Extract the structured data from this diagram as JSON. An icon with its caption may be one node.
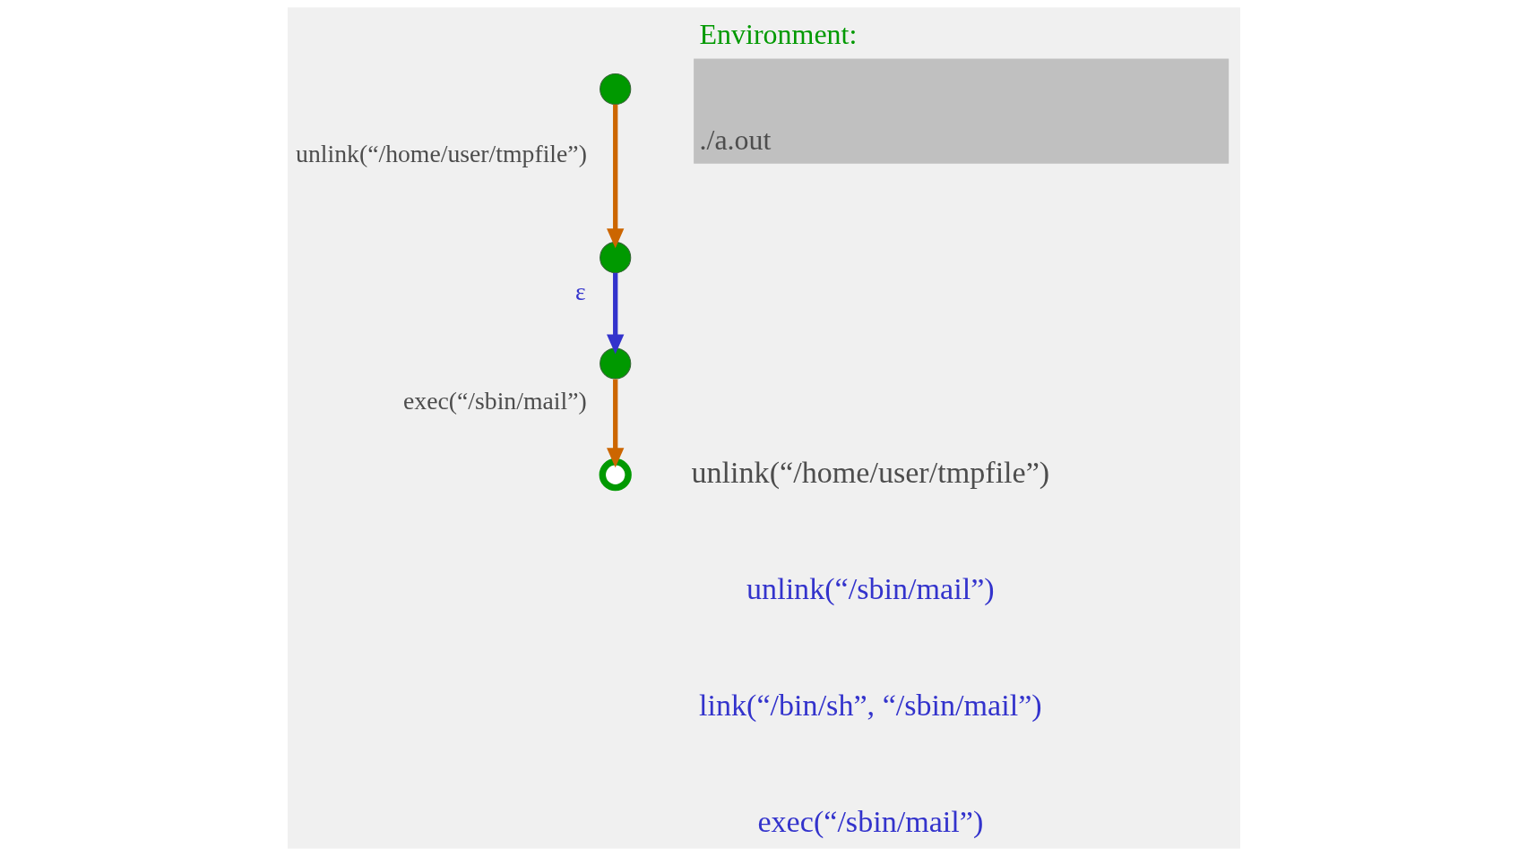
{
  "diagram": {
    "nodes": [
      {
        "text": [],
        "shape": "circle"
      },
      {
        "text": [],
        "shape": "circle"
      },
      {
        "text": [],
        "shape": "circle"
      },
      {
        "text": [],
        "shape": "ring"
      },
      {
        "text": [
          "Environment:",
          "./a.out"
        ]
      }
    ],
    "edges": [
      {
        "from": 0,
        "to": 1,
        "arrow": "to",
        "label": "unlink(“/home/user/tmpfile”)"
      },
      {
        "from": 1,
        "to": 2,
        "arrow": "to",
        "label": "ε",
        "color": "#3333cc"
      },
      {
        "from": 2,
        "to": 3,
        "arrow": "to",
        "label": "exec(“/sbin/mail”)"
      }
    ],
    "labels": [
      "unlink(“/home/user/tmpfile”)",
      "unlink(“/sbin/mail”)",
      "link(“/bin/sh”, “/sbin/mail”)",
      "exec(“/sbin/mail”)"
    ]
  }
}
